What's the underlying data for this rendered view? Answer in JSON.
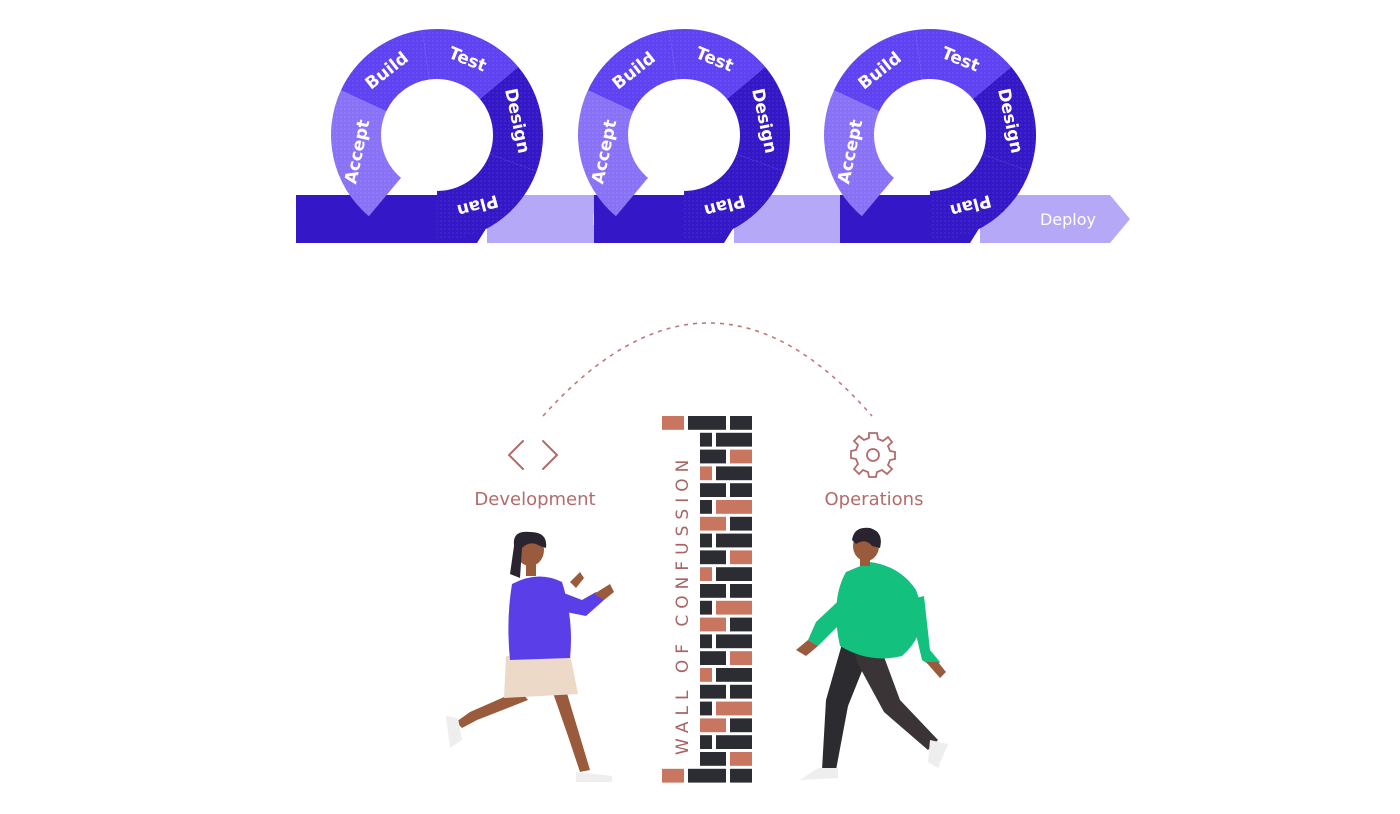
{
  "cycle": {
    "phases": [
      "Accept",
      "Build",
      "Test",
      "Design",
      "Plan"
    ],
    "deploy_label": "Deploy",
    "count": 3
  },
  "teams": {
    "development": "Development",
    "operations": "Operations"
  },
  "wall_label": "WALL OF CONFUSSION",
  "colors": {
    "dark": "#3417c6",
    "mid": "#5f42f2",
    "light": "#8a72f7",
    "arrow_light": "#b5a8f6",
    "accent": "#b36b6b",
    "brick_red": "#c8765f",
    "brick_dark": "#2c2c33",
    "green": "#14c07e"
  }
}
